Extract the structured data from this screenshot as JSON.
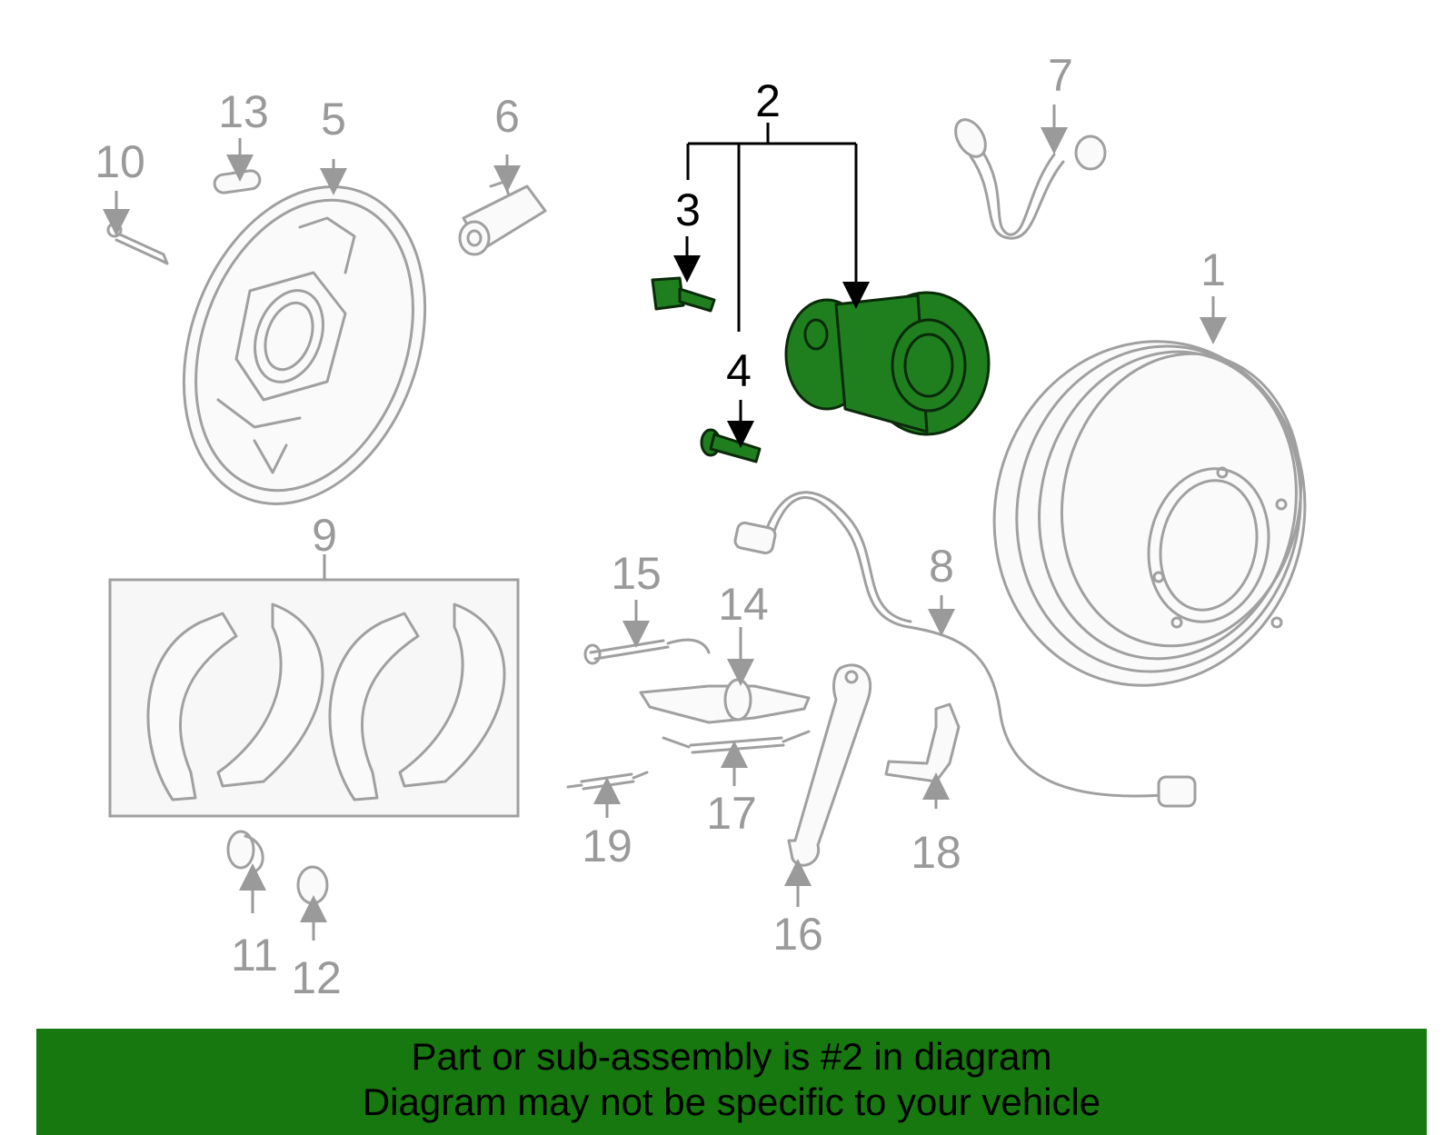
{
  "banner": {
    "line1": "Part or sub-assembly is #2 in diagram",
    "line2": "Diagram may not be specific to your vehicle",
    "background_color": "#17780f"
  },
  "highlight_color": "#1f7f1f",
  "callouts": {
    "c1": "1",
    "c2": "2",
    "c3": "3",
    "c4": "4",
    "c5": "5",
    "c6": "6",
    "c7": "7",
    "c8": "8",
    "c9": "9",
    "c10": "10",
    "c11": "11",
    "c12": "12",
    "c13": "13",
    "c14": "14",
    "c15": "15",
    "c16": "16",
    "c17": "17",
    "c18": "18",
    "c19": "19"
  }
}
